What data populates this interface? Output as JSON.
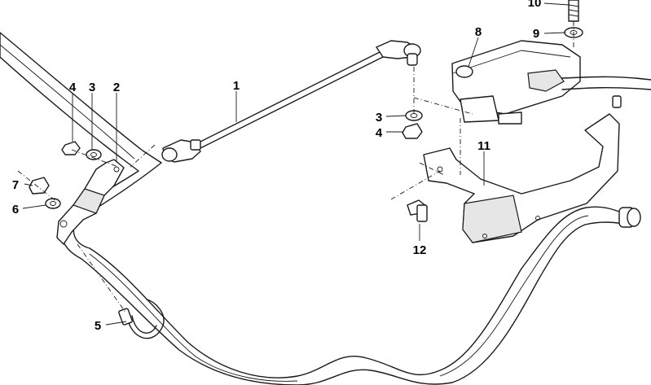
{
  "callouts": {
    "c1": "1",
    "c2": "2",
    "c3a": "3",
    "c3b": "3",
    "c4a": "4",
    "c4b": "4",
    "c5": "5",
    "c6": "6",
    "c7": "7",
    "c8": "8",
    "c9": "9",
    "c10": "10",
    "c11": "11",
    "c12": "12"
  }
}
